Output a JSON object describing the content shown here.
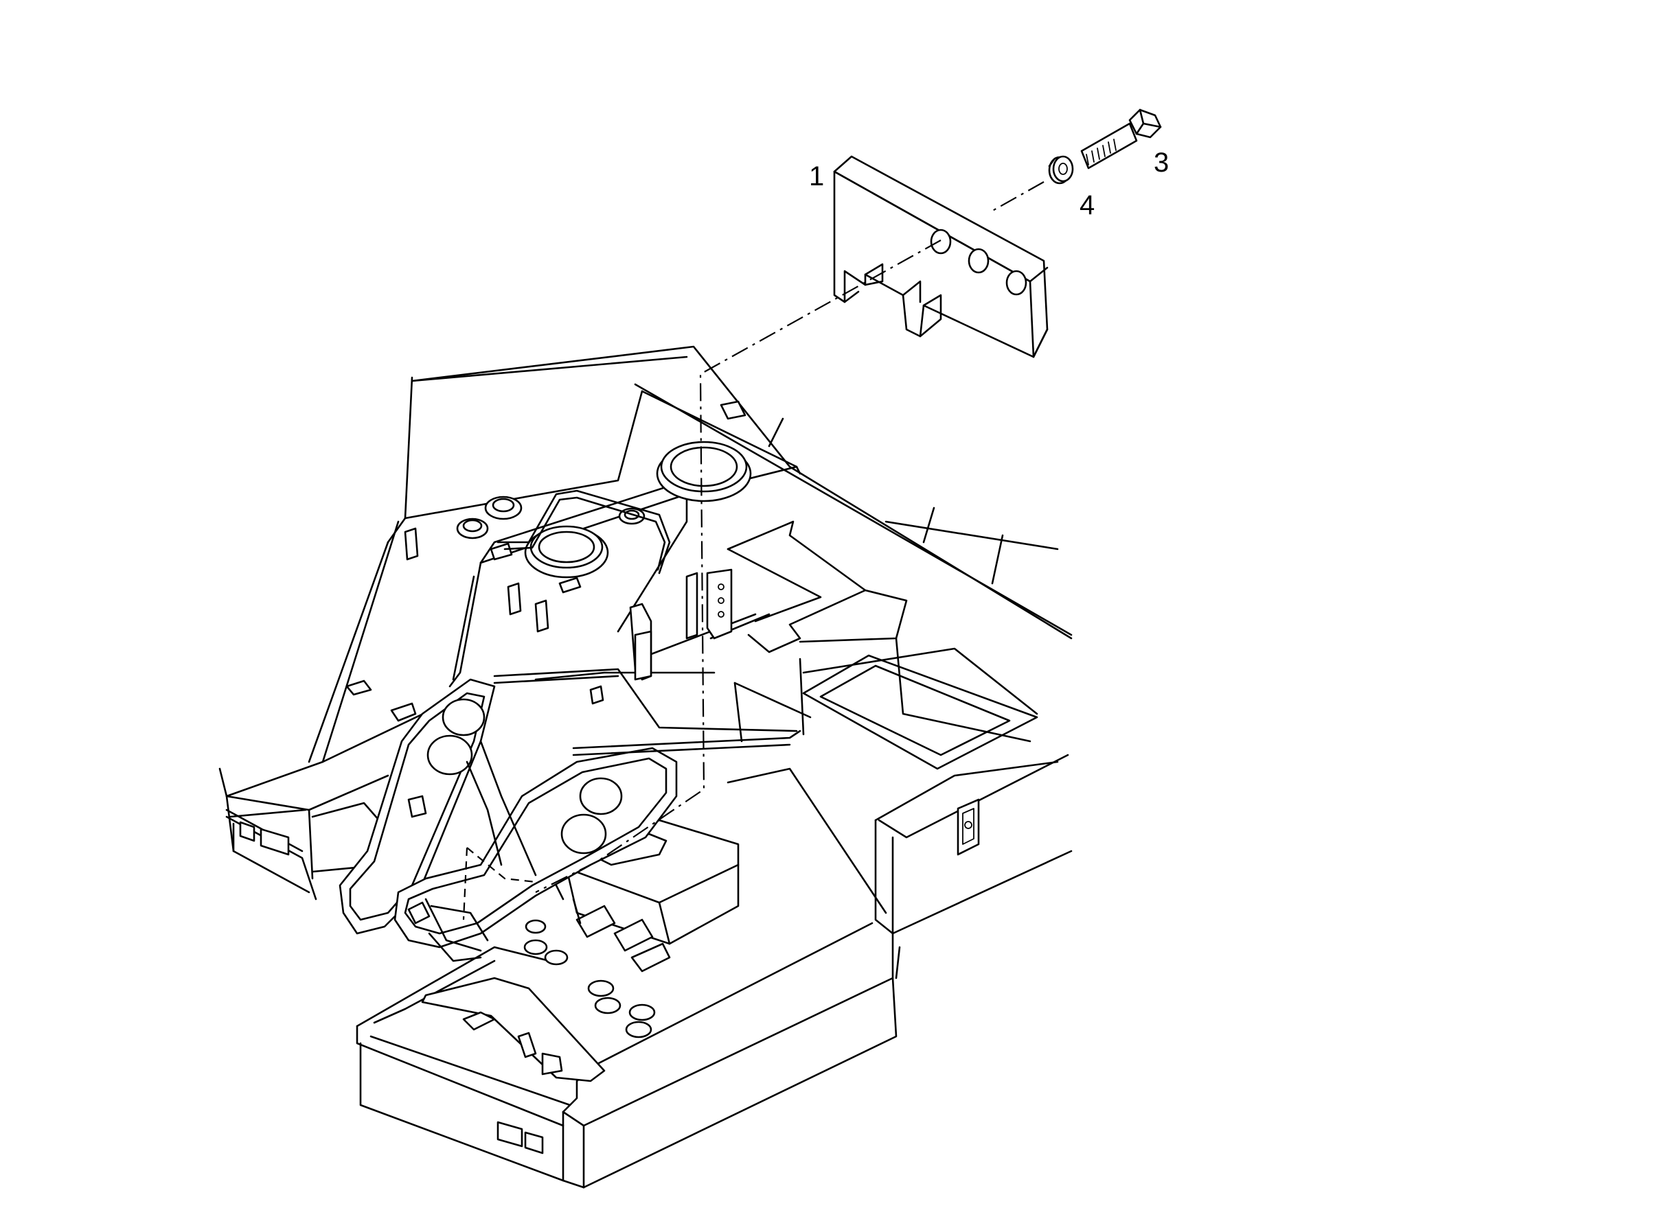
{
  "diagram": {
    "callouts": [
      {
        "id": "part-1",
        "label": "1"
      },
      {
        "id": "part-3",
        "label": "3"
      },
      {
        "id": "part-4",
        "label": "4"
      }
    ]
  }
}
